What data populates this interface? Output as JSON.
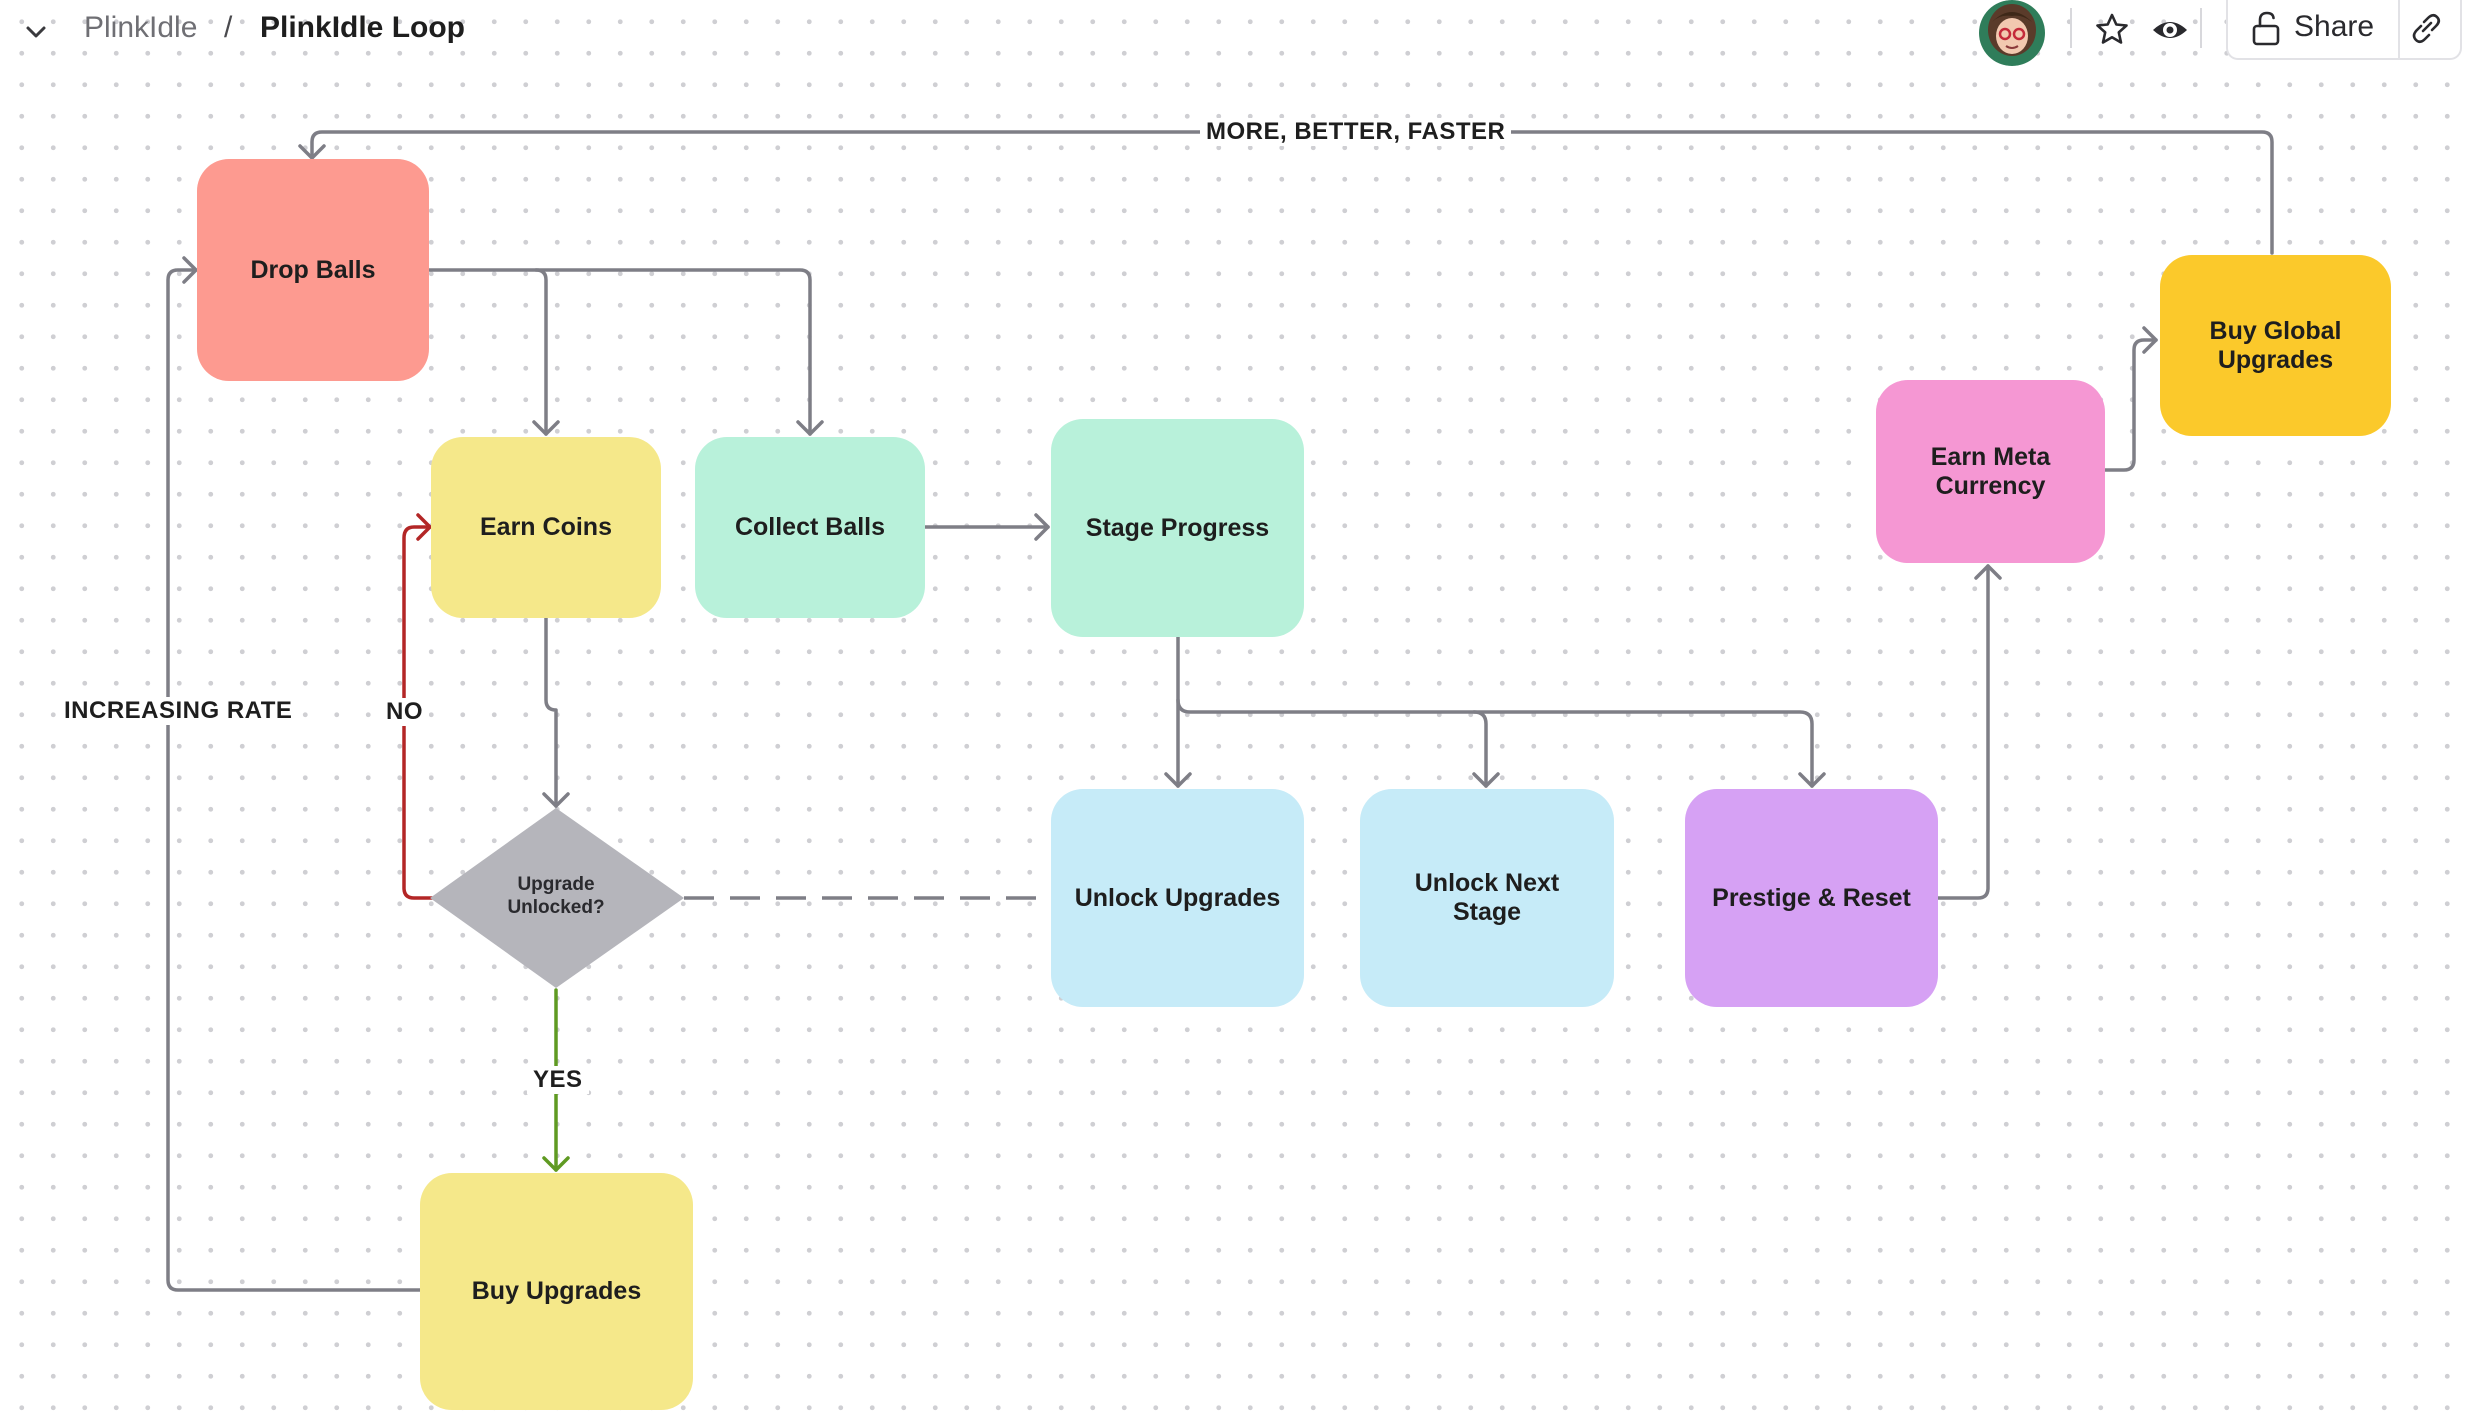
{
  "header": {
    "breadcrumb_parent": "PlinkIdle",
    "breadcrumb_separator": "/",
    "page_title": "PlinkIdle Loop",
    "share_label": "Share"
  },
  "nodes": {
    "drop_balls": "Drop Balls",
    "earn_coins": "Earn Coins",
    "collect_balls": "Collect Balls",
    "stage_progress": "Stage Progress",
    "earn_meta_currency": "Earn Meta Currency",
    "buy_global_upgrades": "Buy Global Upgrades",
    "upgrade_unlocked": "Upgrade Unlocked?",
    "unlock_upgrades": "Unlock Upgrades",
    "unlock_next_stage": "Unlock Next Stage",
    "prestige_reset": "Prestige & Reset",
    "buy_upgrades": "Buy Upgrades"
  },
  "edge_labels": {
    "more_better_faster": "MORE, BETTER, FASTER",
    "increasing_rate": "INCREASING RATE",
    "no": "NO",
    "yes": "YES"
  },
  "colors": {
    "drop_balls": "#fd9a90",
    "yellow_light": "#f5e88a",
    "mint": "#b8f1da",
    "light_blue": "#c6ebf8",
    "purple": "#d6a1f4",
    "pink": "#f597d3",
    "gold": "#fbc92b",
    "diamond": "#b5b5bb",
    "connector": "#7e7e86",
    "no_path": "#b32626",
    "yes_path": "#5f9a22"
  }
}
